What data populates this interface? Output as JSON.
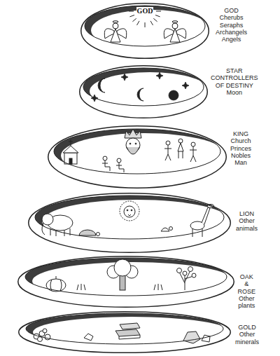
{
  "diagram": {
    "nodes": [
      {
        "text": [
          "GOD",
          "Cherubs Seraphs Archangels Angels"
        ]
      },
      {
        "text": [
          "STAR CONTROLLERS OF DESTINY",
          "Moon"
        ]
      },
      {
        "text": [
          "KING",
          "Church Princes Nobles Man"
        ]
      },
      {
        "text": [
          "LION",
          "Other animals"
        ]
      },
      {
        "text": [
          "OAK & ROSE",
          "Other plants"
        ]
      },
      {
        "text": [
          "GOLD",
          "Other minerals"
        ]
      }
    ],
    "labels": [
      "GOD"
    ]
  }
}
